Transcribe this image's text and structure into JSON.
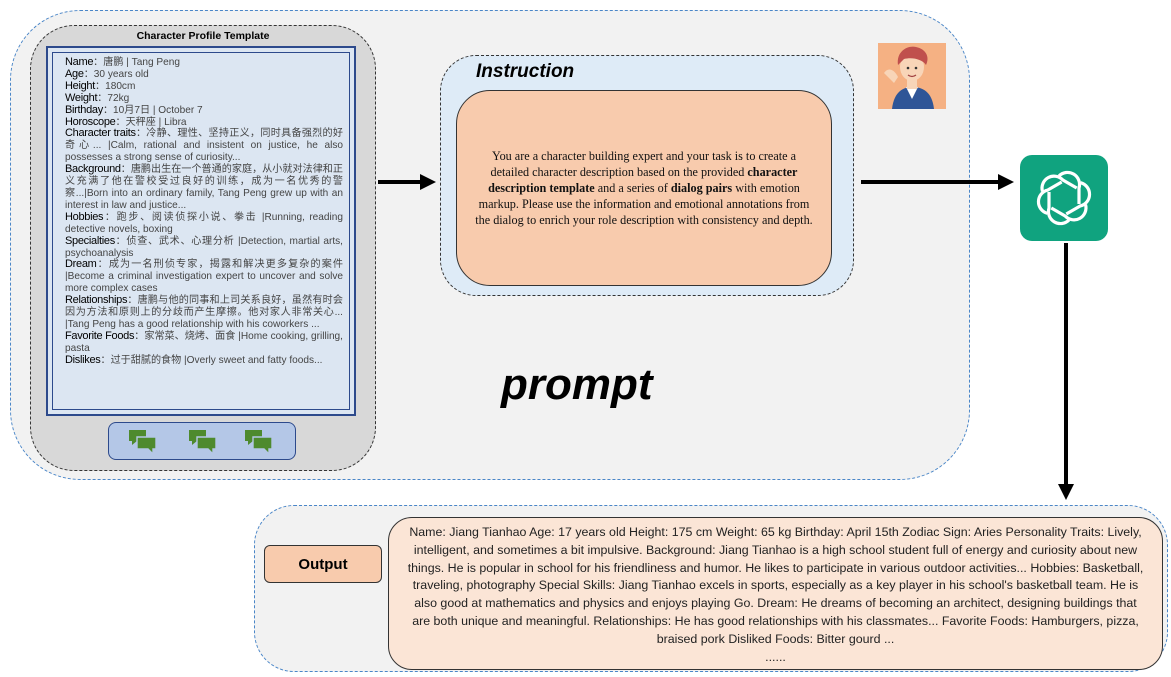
{
  "template": {
    "title": "Character Profile Template",
    "fields": [
      {
        "label": "Name",
        "value": "：唐鹏 | Tang Peng"
      },
      {
        "label": "Age",
        "value": "：30 years old"
      },
      {
        "label": "Height",
        "value": "：180cm"
      },
      {
        "label": "Weight",
        "value": "：72kg"
      },
      {
        "label": "Birthday",
        "value": "：10月7日 | October 7"
      },
      {
        "label": "Horoscope",
        "value": "：天秤座 | Libra"
      },
      {
        "label": "Character traits",
        "value": "：冷静、理性、坚持正义，同时具备强烈的好奇心... |Calm, rational and insistent on justice, he also possesses a strong sense of curiosity..."
      },
      {
        "label": "Background",
        "value": "：唐鹏出生在一个普通的家庭，从小就对法律和正义充满了他在警校受过良好的训练，成为一名优秀的警察...|Born into an ordinary family, Tang Peng grew up with an interest in law and justice..."
      },
      {
        "label": "Hobbies",
        "value": "：跑步、阅读侦探小说、拳击 |Running, reading detective novels, boxing"
      },
      {
        "label": "Specialties",
        "value": "：侦查、武术、心理分析 |Detection, martial arts, psychoanalysis"
      },
      {
        "label": "Dream",
        "value": "：成为一名刑侦专家，揭露和解决更多复杂的案件 |Become a criminal investigation expert to uncover and solve more complex cases"
      },
      {
        "label": "Relationships",
        "value": "：唐鹏与他的同事和上司关系良好，虽然有时会因为方法和原则上的分歧而产生摩擦。他对家人非常关心... |Tang Peng has a good relationship with his coworkers ..."
      },
      {
        "label": "Favorite Foods",
        "value": "：家常菜、烧烤、面食 |Home cooking, grilling, pasta"
      },
      {
        "label": "Dislikes",
        "value": "：过于甜腻的食物 |Overly sweet and fatty foods..."
      }
    ]
  },
  "instruction": {
    "title": "Instruction",
    "text_1": "You are a character building expert and your task is to create a detailed character description based on the provided ",
    "bold_1": "character description template",
    "text_2": " and a series of ",
    "bold_2": "dialog pairs",
    "text_3": " with emotion markup. Please use the information and emotional annotations from the dialog to enrich your role description with consistency and depth."
  },
  "prompt_label": "prompt",
  "output": {
    "label": "Output",
    "text": "Name: Jiang Tianhao Age: 17 years old Height: 175 cm Weight: 65 kg Birthday: April 15th Zodiac Sign: Aries Personality Traits: Lively, intelligent, and sometimes a bit impulsive. Background: Jiang Tianhao is a high school student full of energy and curiosity about new things. He is popular in school for his friendliness and humor. He likes to participate in various outdoor activities... Hobbies: Basketball, traveling, photography Special Skills: Jiang Tianhao excels in sports, especially as a key player in his school's basketball team. He is also good at mathematics and physics and enjoys playing Go. Dream: He dreams of becoming an architect, designing buildings that are both unique and meaningful. Relationships: He has good relationships with his classmates... Favorite Foods: Hamburgers, pizza, braised pork Disliked Foods: Bitter gourd ...",
    "ellipsis": "......"
  },
  "colors": {
    "prompt_border": "#4a86c8",
    "template_frame": "#2d4a8c",
    "instruction_bg": "#deebf7",
    "instruction_inner": "#f8cbad",
    "output_box": "#fbe5d6",
    "gpt_green": "#10a37f",
    "bubble_green": "#4e8a2e"
  },
  "icons": [
    "chat-bubble-icon",
    "chatgpt-logo-icon",
    "person-avatar-icon"
  ]
}
